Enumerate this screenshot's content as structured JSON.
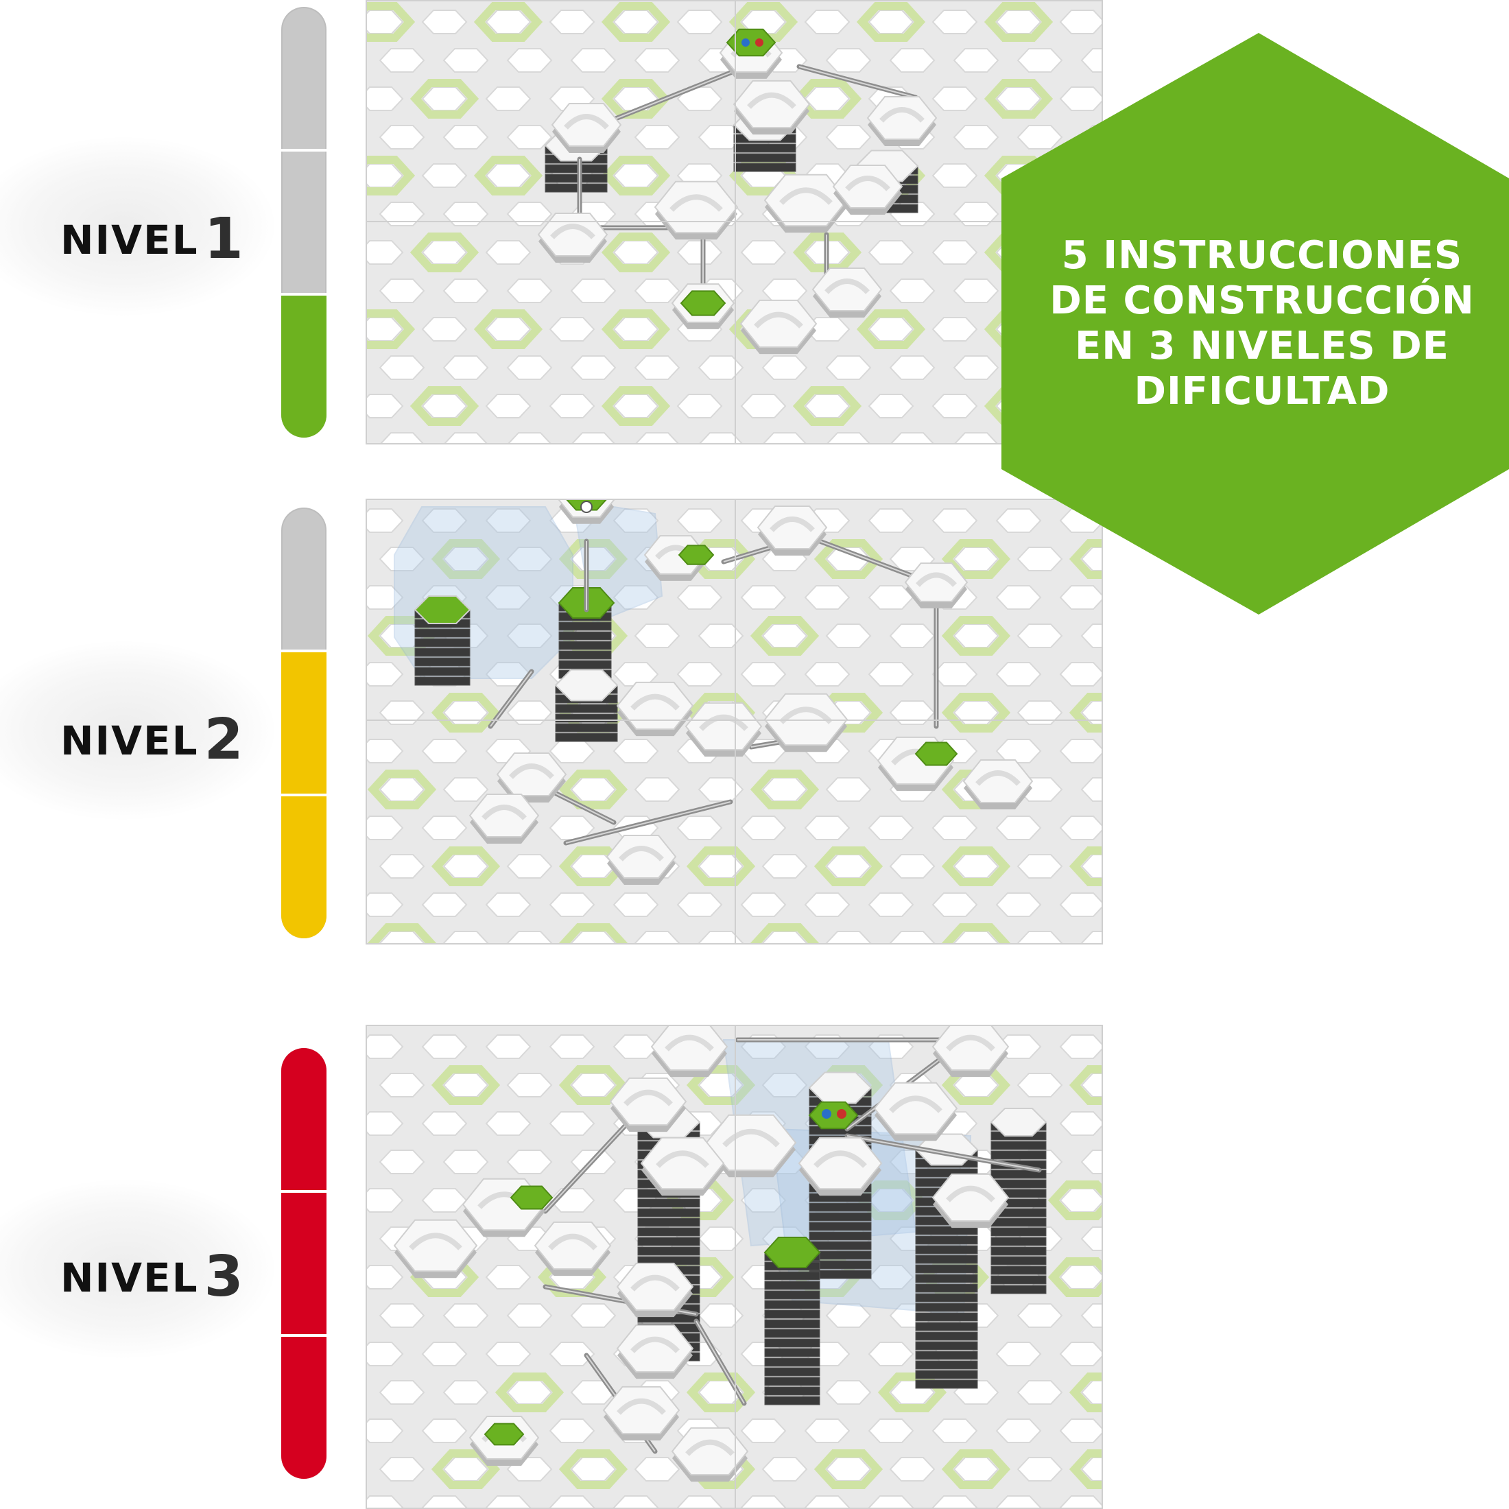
{
  "levels": [
    {
      "label": "NIVEL",
      "number": "1",
      "difficulty_fraction": 0.333,
      "fill_color": "#6db21f",
      "empty_color": "#c8c8c8",
      "segments": 3
    },
    {
      "label": "NIVEL",
      "number": "2",
      "difficulty_fraction": 0.667,
      "fill_color": "#f2c500",
      "empty_color": "#c8c8c8",
      "segments": 3
    },
    {
      "label": "NIVEL",
      "number": "3",
      "difficulty_fraction": 1.0,
      "fill_color": "#d5001f",
      "empty_color": "#c8c8c8",
      "segments": 3
    }
  ],
  "badge": {
    "text": "5 INSTRUCCIONES\nDE CONSTRUCCIÓN\nEN 3 NIVELES DE\nDIFICULTAD",
    "color": "#6ab221",
    "text_color": "#ffffff"
  },
  "colors": {
    "board_base": "#e9e9e9",
    "hex_tile": "#ffffff",
    "hex_accent": "#cfe3a4",
    "track_piece": "#f7f7f7",
    "tower": "#3a3a3a",
    "rail": "#8e8e8e",
    "accent_green": "#6ab221",
    "glass": "#a9c7e8"
  },
  "icons": {
    "board": "marble-run-board-illustration",
    "badge": "green-hexagon"
  }
}
